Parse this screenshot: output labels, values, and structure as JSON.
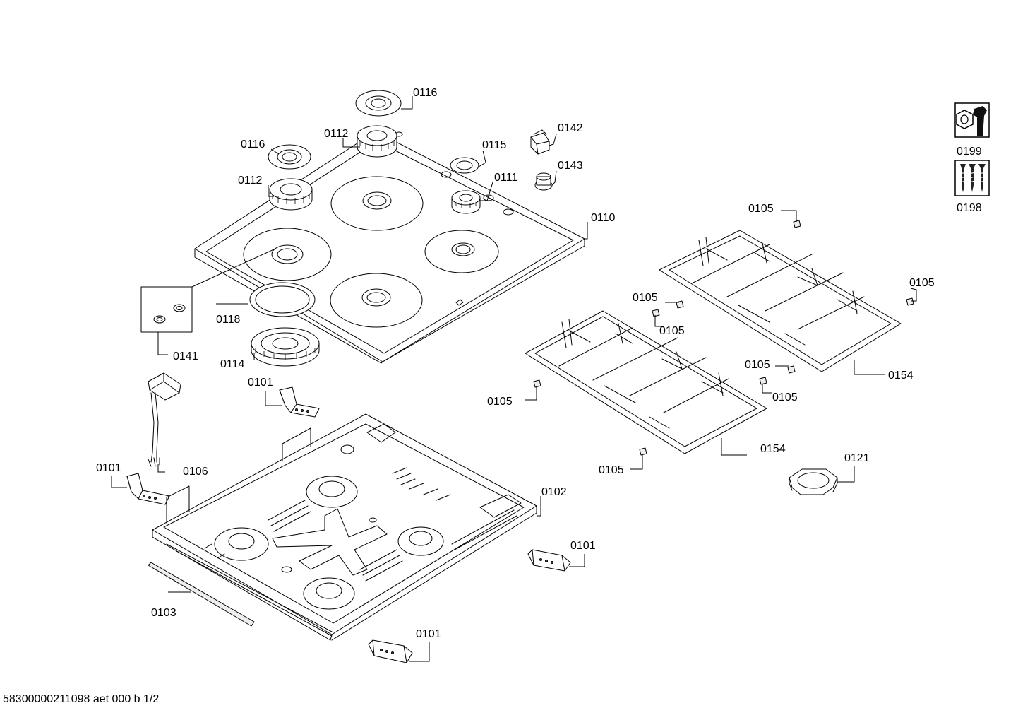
{
  "document_id": "58300000211098 aet 000 b 1/2",
  "icons": {
    "service": {
      "name": "nut-and-wrench-icon",
      "label": "0199"
    },
    "screws": {
      "name": "screws-icon",
      "label": "0198"
    }
  },
  "parts": {
    "p0101_a": "0101",
    "p0101_b": "0101",
    "p0101_c": "0101",
    "p0101_d": "0101",
    "p0102": "0102",
    "p0103": "0103",
    "p0105_a": "0105",
    "p0105_b": "0105",
    "p0105_c": "0105",
    "p0105_d": "0105",
    "p0105_e": "0105",
    "p0105_f": "0105",
    "p0105_g": "0105",
    "p0105_h": "0105",
    "p0106": "0106",
    "p0110": "0110",
    "p0111": "0111",
    "p0112_a": "0112",
    "p0112_b": "0112",
    "p0114": "0114",
    "p0115": "0115",
    "p0116_a": "0116",
    "p0116_b": "0116",
    "p0118": "0118",
    "p0121": "0121",
    "p0141": "0141",
    "p0142": "0142",
    "p0143": "0143",
    "p0154_a": "0154",
    "p0154_b": "0154"
  }
}
